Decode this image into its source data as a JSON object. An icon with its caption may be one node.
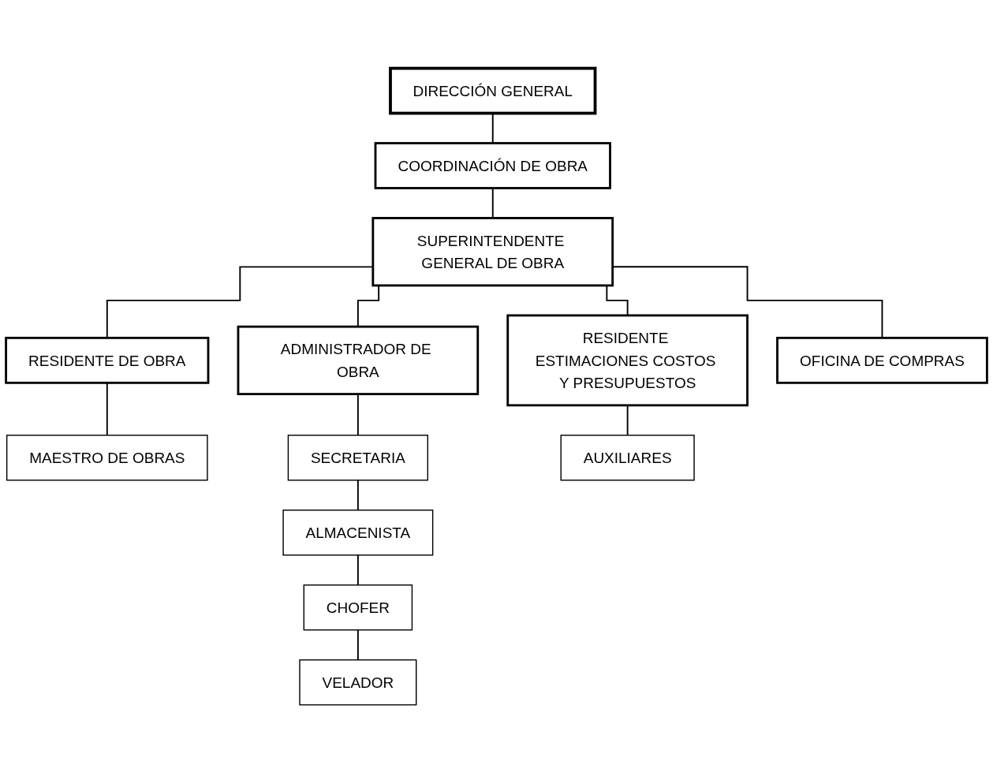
{
  "diagram": {
    "nodes": [
      {
        "text": [
          "DIRECCIÓN GENERAL"
        ]
      },
      {
        "text": [
          "COORDINACIÓN DE OBRA"
        ]
      },
      {
        "text": [
          "SUPERINTENDENTE GENERAL DE OBRA"
        ]
      },
      {
        "text": [
          "RESIDENTE DE OBRA"
        ]
      },
      {
        "text": [
          "ADMINISTRADOR DE OBRA"
        ]
      },
      {
        "text": [
          "RESIDENTE ESTIMACIONES COSTOS Y PRESUPUESTOS"
        ]
      },
      {
        "text": [
          "OFICINA DE COMPRAS"
        ]
      },
      {
        "text": [
          "MAESTRO DE OBRAS"
        ]
      },
      {
        "text": [
          "SECRETARIA"
        ]
      },
      {
        "text": [
          "AUXILIARES"
        ]
      },
      {
        "text": [
          "ALMACENISTA"
        ]
      },
      {
        "text": [
          "CHOFER"
        ]
      },
      {
        "text": [
          "VELADOR"
        ]
      }
    ],
    "edges": [
      {
        "from": 0,
        "to": 1,
        "arrow": "none"
      },
      {
        "from": 1,
        "to": 2,
        "arrow": "none"
      },
      {
        "from": 2,
        "to": 3,
        "arrow": "none"
      },
      {
        "from": 2,
        "to": 4,
        "arrow": "none"
      },
      {
        "from": 2,
        "to": 5,
        "arrow": "none"
      },
      {
        "from": 2,
        "to": 6,
        "arrow": "none"
      },
      {
        "from": 3,
        "to": 7,
        "arrow": "none"
      },
      {
        "from": 4,
        "to": 8,
        "arrow": "none"
      },
      {
        "from": 5,
        "to": 9,
        "arrow": "none"
      },
      {
        "from": 8,
        "to": 10,
        "arrow": "none"
      },
      {
        "from": 10,
        "to": 11,
        "arrow": "none"
      },
      {
        "from": 11,
        "to": 12,
        "arrow": "none"
      }
    ]
  }
}
